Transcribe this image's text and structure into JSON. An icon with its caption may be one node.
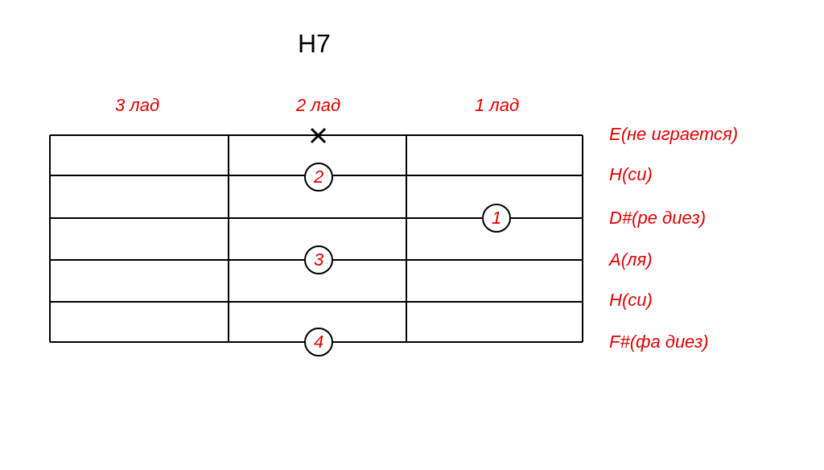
{
  "diagram": {
    "title": "H7",
    "nodes": [
      {
        "text": [
          "2"
        ]
      },
      {
        "text": [
          "1"
        ]
      },
      {
        "text": [
          "3"
        ]
      },
      {
        "text": [
          "4"
        ]
      }
    ],
    "labels": [
      "3 лад",
      "2 лад",
      "1 лад",
      "E(не играется)",
      "H(си)",
      "D#(ре диез)",
      "A(ля)",
      "H(си)",
      "F#(фа диез)"
    ]
  }
}
